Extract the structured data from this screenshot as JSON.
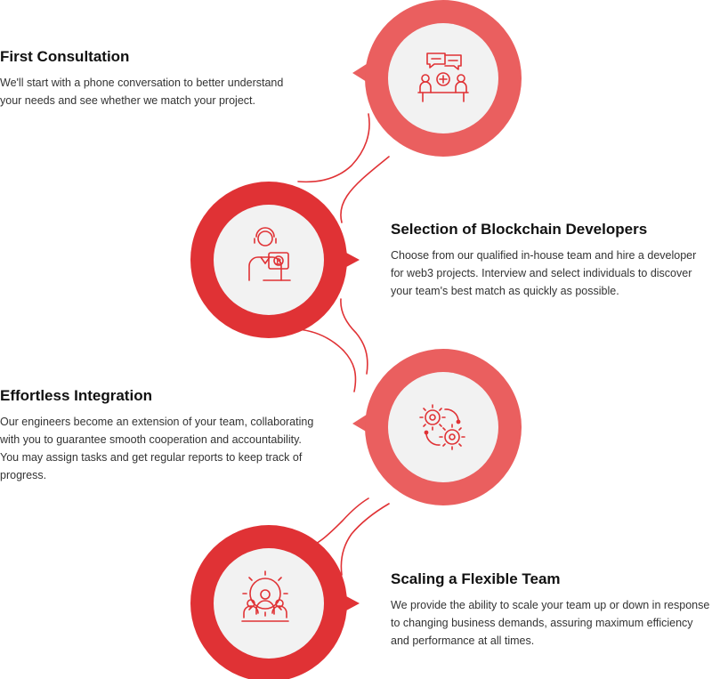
{
  "colors": {
    "ring_light": "#ea5f5f",
    "ring_dark": "#e03235",
    "inner_fill": "#f2f2f2",
    "icon_stroke": "#e03235",
    "connector": "#e03235"
  },
  "steps": [
    {
      "title": "First Consultation",
      "desc": "We'll start with a phone conversation to better understand your needs and see whether we match your project.",
      "icon": "meeting-chat-icon"
    },
    {
      "title": "Selection of Blockchain Developers",
      "desc": "Choose from our qualified in-house team and hire a developer for web3 projects. Interview and select individuals to discover your team's best match as quickly as possible.",
      "icon": "bitcoin-developer-icon"
    },
    {
      "title": "Effortless Integration",
      "desc": "Our engineers become an extension of your team, collaborating with you to guarantee smooth cooperation and accountability. You may assign tasks and get regular reports to keep track of progress.",
      "icon": "gears-icon"
    },
    {
      "title": "Scaling a Flexible Team",
      "desc": "We provide the ability to scale your team up or down in response to changing business demands, assuring maximum efficiency and performance at all times.",
      "icon": "team-gear-icon"
    }
  ]
}
